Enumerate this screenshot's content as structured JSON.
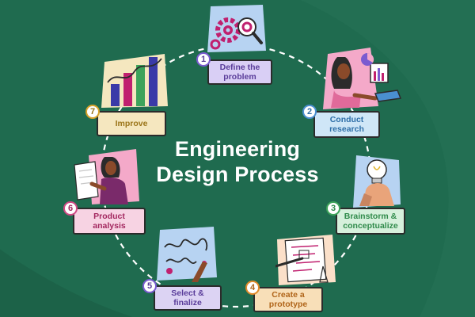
{
  "diagram": {
    "title_line1": "Engineering",
    "title_line2": "Design Process",
    "colors": {
      "background": "#1f6b4f",
      "cycle_line": "#ffffff"
    },
    "steps": [
      {
        "number": "1",
        "label": "Define the problem",
        "fill": "#d9cff5",
        "text": "#5a3d9a",
        "ring": "#7a5bd0"
      },
      {
        "number": "2",
        "label": "Conduct research",
        "fill": "#cfe6f7",
        "text": "#2f6fa8",
        "ring": "#4a8fd0"
      },
      {
        "number": "3",
        "label": "Brainstorm & conceptualize",
        "fill": "#d6f0dc",
        "text": "#2f8a4a",
        "ring": "#3da35a"
      },
      {
        "number": "4",
        "label": "Create a prototype",
        "fill": "#f8dfb8",
        "text": "#b0651a",
        "ring": "#e08a2a"
      },
      {
        "number": "5",
        "label": "Select & finalize",
        "fill": "#dcd3f3",
        "text": "#5a3d9a",
        "ring": "#7a5bd0"
      },
      {
        "number": "6",
        "label": "Product analysis",
        "fill": "#f7d3e3",
        "text": "#a3275f",
        "ring": "#d04a85"
      },
      {
        "number": "7",
        "label": "Improve",
        "fill": "#f5e7bf",
        "text": "#9a7418",
        "ring": "#d7a22a"
      }
    ]
  }
}
